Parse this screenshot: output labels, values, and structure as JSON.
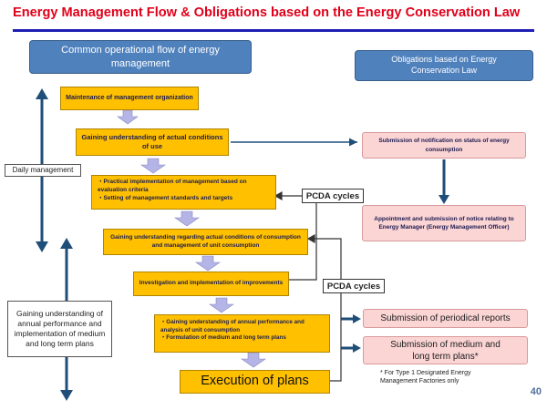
{
  "title": "Energy Management Flow & Obligations based on the Energy Conservation Law",
  "header_left": "Common operational flow of energy management",
  "header_right": "Obligations based on Energy Conservation Law",
  "steps": {
    "s1": "Maintenance of management organization",
    "s2": "Gaining understanding of actual conditions of use",
    "s3a": "・Practical implementation of management based on evaluation criteria",
    "s3b": "・Setting of management standards and targets",
    "s4": "Gaining understanding regarding actual conditions of consumption and management of unit consumption",
    "s5": "Investigation and implementation of improvements",
    "s6a": "・Gaining understanding of annual performance and analysis of unit consumption",
    "s6b": "・Formulation of medium and long term plans",
    "s7": "Execution of plans"
  },
  "obligations": {
    "o1": "Submission of notification on status of energy consumption",
    "o2": "Appointment and submission of notice relating to Energy Manager (Energy Management Officer)",
    "o3": "Submission of periodical reports",
    "o4": "Submission of medium and long term plans*"
  },
  "labels": {
    "daily": "Daily management",
    "annual": "Gaining understanding of annual performance and implementation of medium and long term plans",
    "pcda1": "PCDA cycles",
    "pcda2": "PCDA cycles"
  },
  "footnote": "* For Type 1 Designated Energy Management Factories only",
  "page_number": "40",
  "colors": {
    "title_red": "#e0001a",
    "rule_blue": "#1e1eb4",
    "header_blue": "#4f81bd",
    "step_gold": "#ffc000",
    "obligation_pink": "#fbd4d4",
    "arrow_blue": "#1f4e79",
    "down_arrow_lavender": "#b4b4e6"
  }
}
